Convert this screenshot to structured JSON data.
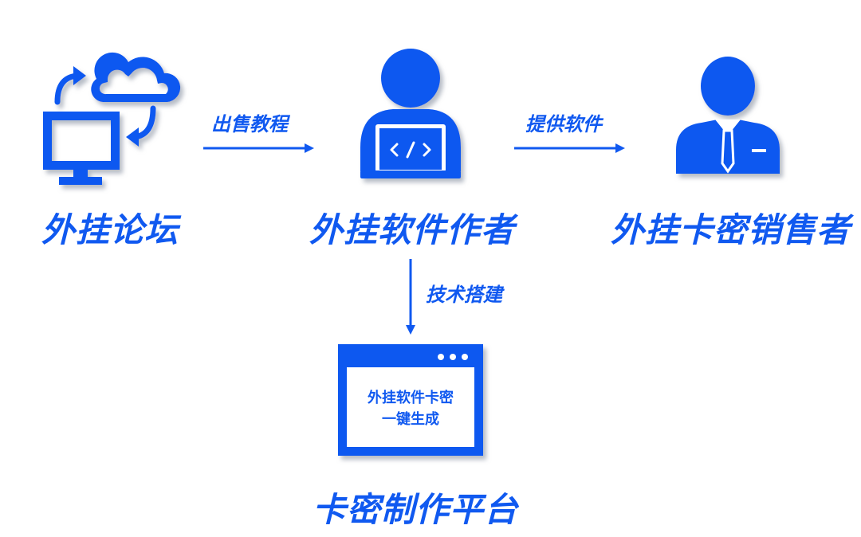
{
  "colors": {
    "primary": "#1059f0",
    "shadow": "#9fa6b3",
    "white": "#ffffff"
  },
  "nodes": {
    "forum": {
      "label": "外挂论坛",
      "icon": "computer-sync-cloud-icon"
    },
    "author": {
      "label": "外挂软件作者",
      "icon": "developer-laptop-icon"
    },
    "seller": {
      "label": "外挂卡密销售者",
      "icon": "businessman-icon"
    },
    "platform": {
      "label": "卡密制作平台",
      "icon": "browser-window-icon",
      "panel_line1": "外挂软件卡密",
      "panel_line2": "一键生成"
    }
  },
  "edges": {
    "forum_to_author": "出售教程",
    "author_to_seller": "提供软件",
    "author_to_platform": "技术搭建"
  }
}
